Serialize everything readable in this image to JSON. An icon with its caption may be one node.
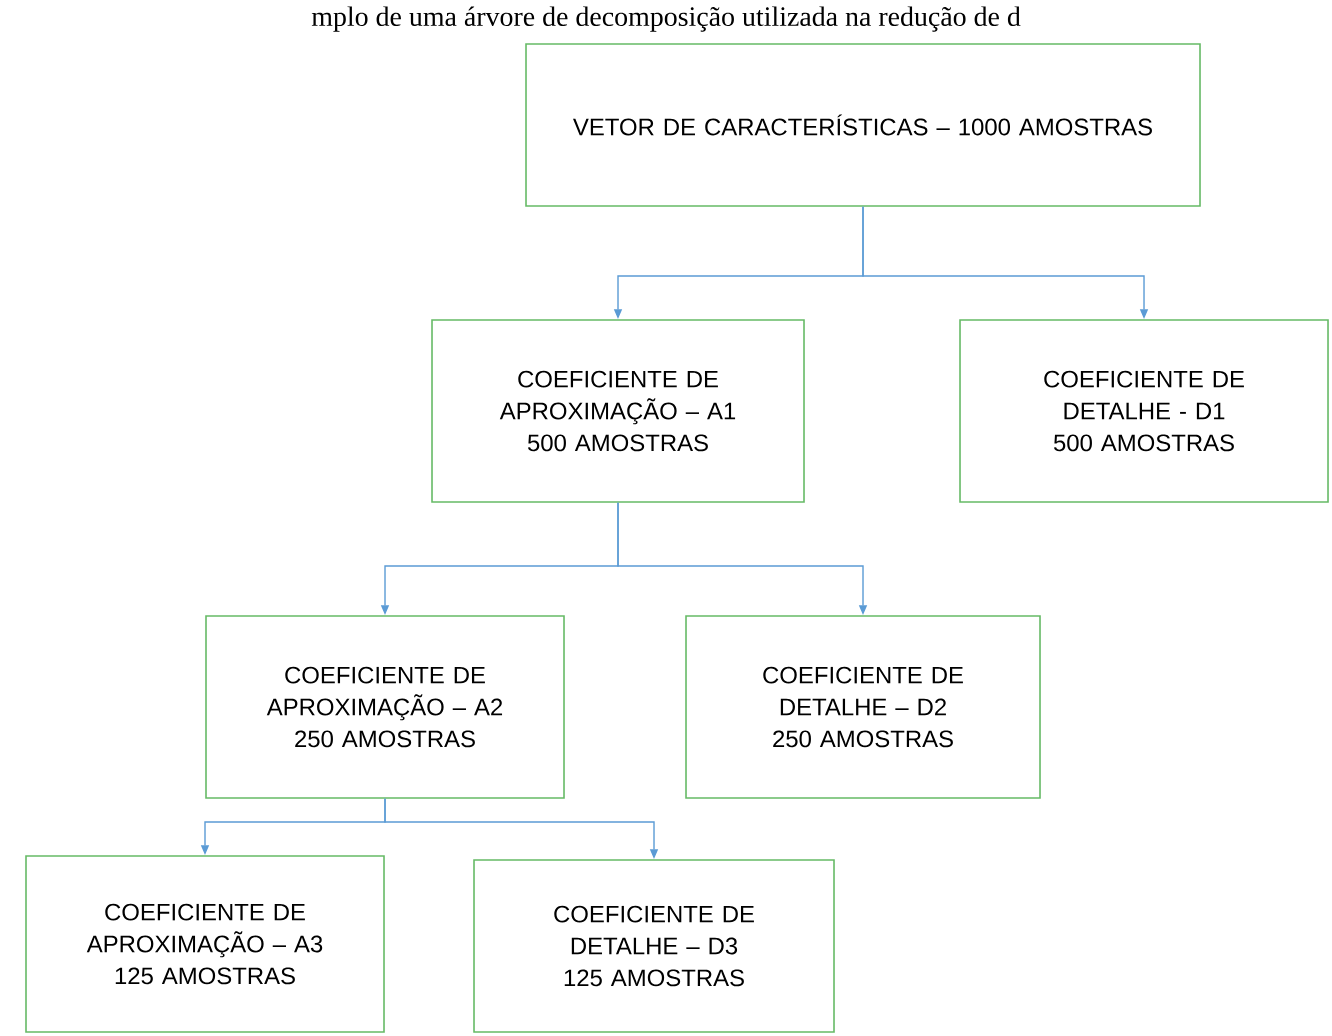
{
  "diagram": {
    "nodes": [
      {
        "text": [
          "VETOR DE CARACTERÍSTICAS – 1000 AMOSTRAS"
        ]
      },
      {
        "text": [
          "COEFICIENTE DE APROXIMAÇÃO – A1",
          "500 AMOSTRAS"
        ]
      },
      {
        "text": [
          "COEFICIENTE DE DETALHE - D1",
          "500 AMOSTRAS"
        ]
      },
      {
        "text": [
          "COEFICIENTE DE APROXIMAÇÃO – A2",
          "250 AMOSTRAS"
        ]
      },
      {
        "text": [
          "COEFICIENTE DE DETALHE – D2",
          "250 AMOSTRAS"
        ]
      },
      {
        "text": [
          "COEFICIENTE DE APROXIMAÇÃO – A3",
          "125 AMOSTRAS"
        ]
      },
      {
        "text": [
          "COEFICIENTE DE DETALHE – D3",
          "125 AMOSTRAS"
        ]
      }
    ],
    "edges": [
      {
        "from": 0,
        "to": 1,
        "arrow": "to"
      },
      {
        "from": 0,
        "to": 2,
        "arrow": "to"
      },
      {
        "from": 1,
        "to": 3,
        "arrow": "to"
      },
      {
        "from": 1,
        "to": 4,
        "arrow": "to"
      },
      {
        "from": 3,
        "to": 5,
        "arrow": "to"
      },
      {
        "from": 3,
        "to": 6,
        "arrow": "to"
      }
    ],
    "labels": [
      "mplo de uma árvore de decomposição utilizada na redução de d"
    ]
  }
}
